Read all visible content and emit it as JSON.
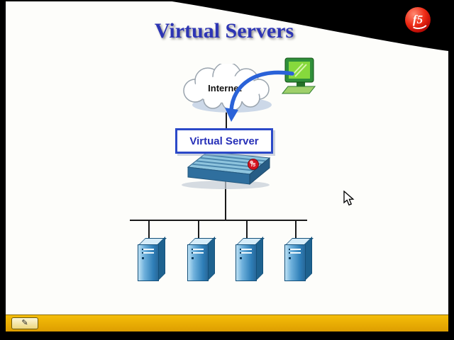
{
  "slide": {
    "title": "Virtual Servers",
    "diagram": {
      "internet_label": "Internet",
      "virtual_server_label": "Virtual Server",
      "f5_ball_label": "f5",
      "server_count": 4
    }
  },
  "branding": {
    "f5_logo_label": "f5"
  },
  "toolbar": {
    "pen_icon": "✎"
  },
  "colors": {
    "title-blue": "#2d35b4",
    "label-blue": "#2730b8",
    "box-border": "#2b49c8",
    "arrow-blue": "#2a62d8",
    "bar-yellow-1": "#f5bd08",
    "bar-yellow-2": "#dd9e00",
    "f5-red": "#a50000",
    "server-blue": "#2f7fb8"
  }
}
